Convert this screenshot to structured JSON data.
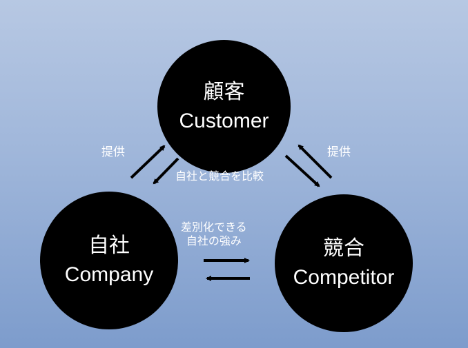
{
  "nodes": {
    "customer": {
      "jp": "顧客",
      "en": "Customer"
    },
    "company": {
      "jp": "自社",
      "en": "Company"
    },
    "competitor": {
      "jp": "競合",
      "en": "Competitor"
    }
  },
  "labels": {
    "provide_left": "提供",
    "provide_right": "提供",
    "compare": "自社と競合を比較",
    "diff_line1": "差別化できる",
    "diff_line2": "自社の強み"
  },
  "colors": {
    "circle_fill": "#000000",
    "arrow": "#000000",
    "text": "#ffffff",
    "background_top": "#b7c8e3",
    "background_bottom": "#7d9ccc"
  }
}
